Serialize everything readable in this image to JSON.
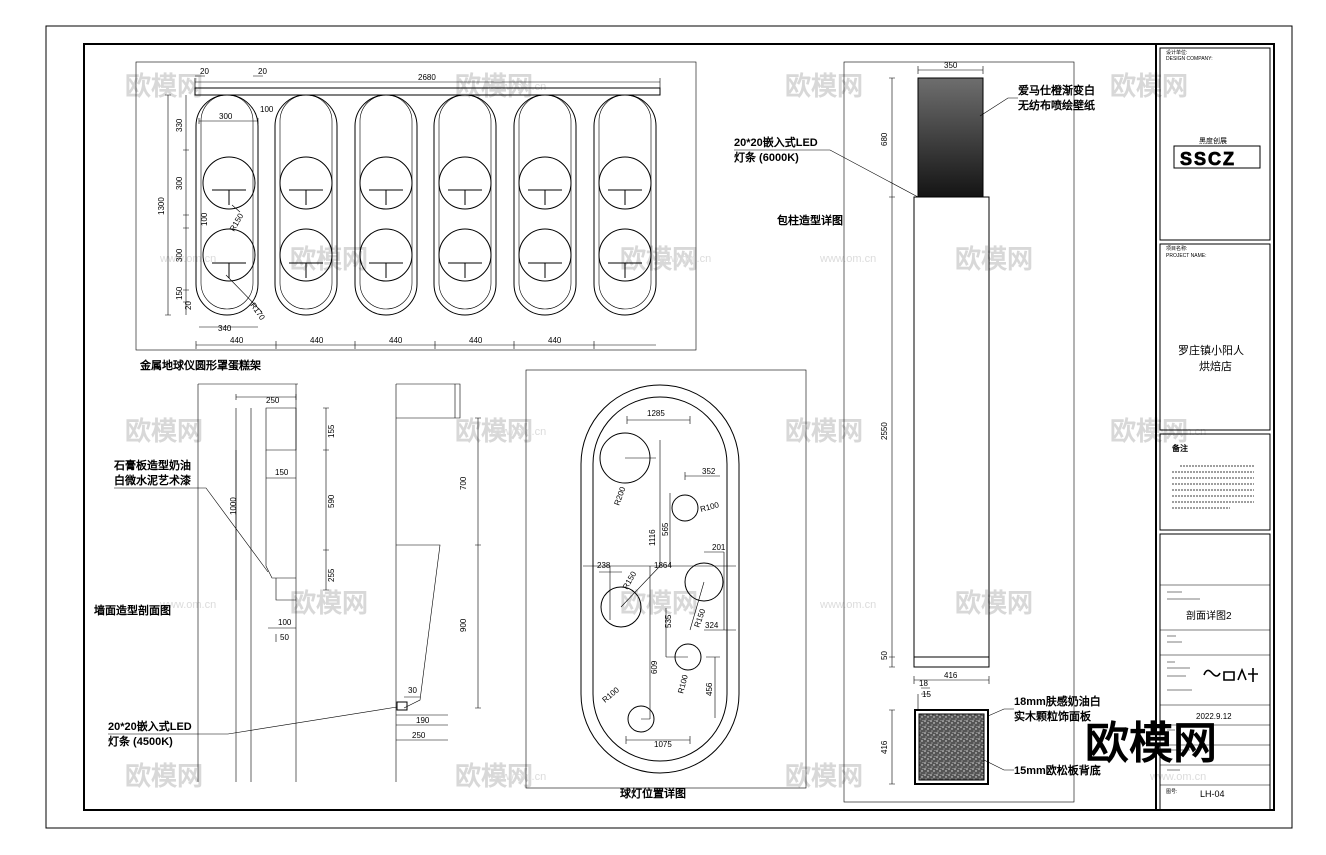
{
  "views": {
    "cake_rack": {
      "caption": "金属地球仪圆形罩蛋糕架",
      "dims": {
        "top_left": "20",
        "top_right": "20",
        "total_width": "2680",
        "d100": "100",
        "d300_top": "300",
        "d330": "330",
        "d300_a": "300",
        "d1300": "1300",
        "d300_b": "300",
        "d100_gap": "100",
        "d150": "150",
        "d20": "20",
        "r150": "R150",
        "r170": "R170",
        "d340": "340",
        "spacings": [
          "440",
          "440",
          "440",
          "440",
          "440"
        ]
      }
    },
    "wall_section": {
      "caption": "墙面造型剖面图",
      "note1_line1": "石膏板造型奶油",
      "note1_line2": "白微水泥艺术漆",
      "note2_line1": "20*20嵌入式LED",
      "note2_line2": "灯条 (4500K)",
      "dims": {
        "d250_top": "250",
        "d155": "155",
        "d150": "150",
        "d1000": "1000",
        "d590": "590",
        "d255": "255",
        "d100": "100",
        "d50": "50",
        "d700": "700",
        "d900": "900",
        "d30": "30",
        "d190": "190",
        "d250_bot": "250"
      }
    },
    "ball_light": {
      "caption": "球灯位置详图",
      "dims": {
        "d1285": "1285",
        "r200": "R200",
        "d352": "352",
        "r100_a": "R100",
        "d1116": "1116",
        "d565": "565",
        "d201": "201",
        "d238": "238",
        "d1864": "1864",
        "r150_a": "R150",
        "r150_b": "R150",
        "d324": "324",
        "d535": "535",
        "d609": "609",
        "r100_b": "R100",
        "d456": "456",
        "r100_c": "R100",
        "d1075": "1075"
      }
    },
    "column": {
      "caption": "包柱造型详图",
      "note_top_line1": "爱马仕橙渐变白",
      "note_top_line2": "无纺布喷绘壁纸",
      "note_led_line1": "20*20嵌入式LED",
      "note_led_line2": "灯条 (6000K)",
      "note_board_line1": "18mm肤感奶油白",
      "note_board_line2": "实木颗粒饰面板",
      "note_osb": "15mm欧松板背底",
      "dims": {
        "d350": "350",
        "d680": "680",
        "d2550": "2550",
        "d50": "50",
        "d416_w": "416",
        "d18": "18",
        "d15": "15",
        "d416_h": "416"
      }
    }
  },
  "title_block": {
    "design_company_label": "设计单位:",
    "design_company_en": "DESIGN COMPANY:",
    "company_cn": "黑度创展",
    "logo_text": "SSCZ",
    "project_label": "项目名称:",
    "project_en": "PROJECT NAME:",
    "project_name_line1": "罗庄镇小阳人",
    "project_name_line2": "烘焙店",
    "remarks_label": "备注",
    "drawing_title": "剖面详图2",
    "date": "2022.9.12",
    "drawing_no_label": "图号:",
    "drawing_no": "LH-04"
  },
  "watermark": {
    "brand": "欧模网",
    "site": "www.om.cn"
  }
}
